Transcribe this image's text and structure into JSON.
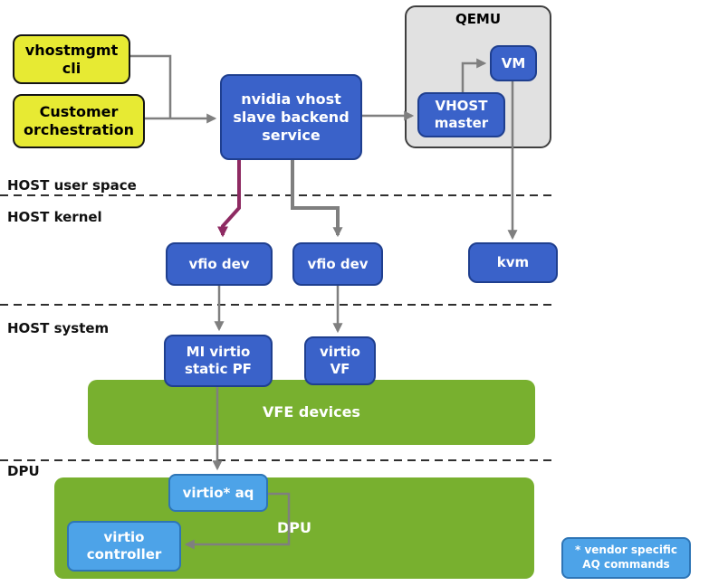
{
  "diagram": {
    "nodes": {
      "vhostmgmt_cli": {
        "label": "vhostmgmt cli"
      },
      "customer_orchestration": {
        "label": "Customer orchestration"
      },
      "nvidia_vhost_service": {
        "label": "nvidia vhost slave backend service"
      },
      "qemu": {
        "label": "QEMU"
      },
      "vm": {
        "label": "VM"
      },
      "vhost_master": {
        "label": "VHOST master"
      },
      "vfio_dev": {
        "label": "vfio dev"
      },
      "kvm": {
        "label": "kvm"
      },
      "mi_virtio_static_pf": {
        "label": "MI virtio static PF"
      },
      "virtio_vf": {
        "label": "virtio VF"
      },
      "vfe_devices": {
        "label": "VFE devices"
      },
      "dpu_box": {
        "label": "DPU"
      },
      "virtio_aq": {
        "label": "virtio* aq"
      },
      "virtio_controller": {
        "label": "virtio controller"
      },
      "note": {
        "label": "* vendor specific AQ commands"
      }
    },
    "zones": {
      "host_user_space": "HOST user space",
      "host_kernel": "HOST kernel",
      "host_system": "HOST system",
      "dpu": "DPU"
    },
    "colors": {
      "yellow": "#e7ea33",
      "blue": "#3a62c9",
      "light_blue": "#4da3e8",
      "green": "#78b02f",
      "gray_container": "#e1e1e1",
      "arrow_gray": "#7f7f7f",
      "arrow_purple": "#8e2a62",
      "dashed_line": "#2f2f2f"
    }
  }
}
